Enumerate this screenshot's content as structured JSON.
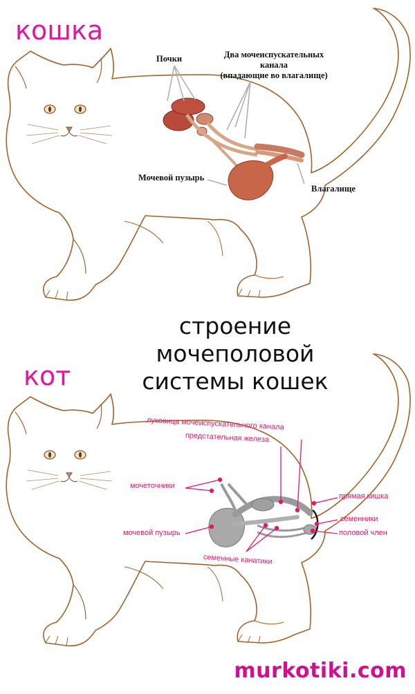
{
  "female": {
    "header": "кошка",
    "labels": {
      "kidneys": "Почки",
      "ureters_line1": "Два мочеиспускательных",
      "ureters_line2": "канала",
      "ureters_line3": "(впадающие во влагалище)",
      "bladder": "Мочевой пузырь",
      "vagina": "Влагалище"
    }
  },
  "title": {
    "line1": "строение",
    "line2": "мочеполовой",
    "line3": "системы кошек"
  },
  "male": {
    "header": "кот",
    "labels": {
      "urethral_bulb": "луковица мочеиспускательного канала",
      "prostate": "предстательная железа",
      "ureters": "мочеточники",
      "rectum": "прямая кишка",
      "testes": "семенники",
      "bladder": "мочевой пузырь",
      "penis": "половой член",
      "spermatic_cords": "семенные канатики"
    }
  },
  "watermark": "murkotiki.com",
  "colors": {
    "header": "#e0189a",
    "male_label": "#e0186a",
    "outline": "#a0622a",
    "female_organs": "#c45a3c",
    "male_organs": "#a9a9a9"
  }
}
